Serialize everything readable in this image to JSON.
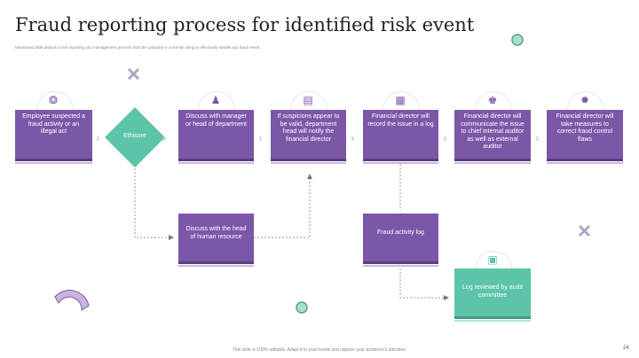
{
  "title": "Fraud reporting process for identified risk event",
  "subtitle": "Mentioned slide depicts a risk reporting and management process that the company is currently using to effectively handle any fraud event.",
  "steps": [
    {
      "text": "Employee suspected a fraud activity or an illegal act",
      "icon": "users-cycle-icon"
    },
    {
      "text": "Discuss with manager or head of department",
      "icon": "manager-icon"
    },
    {
      "text": "If suspicions appear to be valid, department head will notify the financial director",
      "icon": "document-icon"
    },
    {
      "text": "Financial director will record the issue in a log",
      "icon": "log-icon"
    },
    {
      "text": "Financial director will communicate the issue to chief internal auditor as well as external auditor",
      "icon": "auditor-icon"
    },
    {
      "text": "Financial director will take measures to correct fraud control flaws",
      "icon": "gear-tool-icon"
    }
  ],
  "decision": "Ethisore",
  "branch": {
    "hr": "Discuss with the head of human resource",
    "log": "Fraud activity log",
    "review": "Log reviewed by audit committee"
  },
  "footer": "This slide is 100% editable. Adapt it to your needs and capture your audience's attention.",
  "page_number": "24",
  "colors": {
    "purple": "#7b57a8",
    "teal": "#5cc4a8"
  }
}
